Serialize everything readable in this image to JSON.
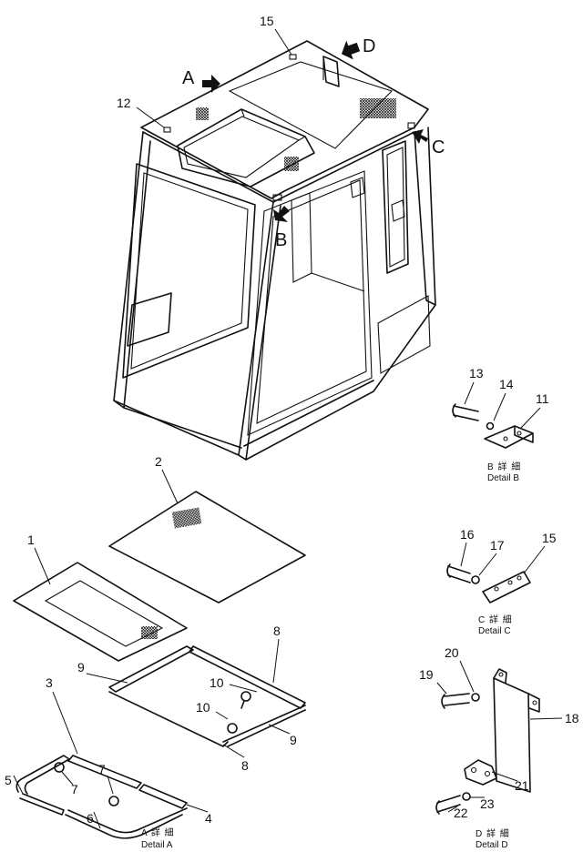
{
  "callouts": {
    "n1": "1",
    "n2": "2",
    "n3": "3",
    "n4": "4",
    "n5": "5",
    "n6": "6",
    "n7a": "7",
    "n7b": "7",
    "n8a": "8",
    "n8b": "8",
    "n9a": "9",
    "n9b": "9",
    "n10a": "10",
    "n10b": "10",
    "n11": "11",
    "n12": "12",
    "n13": "13",
    "n14": "14",
    "n15a": "15",
    "n15b": "15",
    "n16": "16",
    "n17": "17",
    "n18": "18",
    "n19": "19",
    "n20": "20",
    "n21": "21",
    "n22": "22",
    "n23": "23"
  },
  "view_letters": {
    "a": "A",
    "b": "B",
    "c": "C",
    "d": "D"
  },
  "details": {
    "a": {
      "jp": "A 詳 細",
      "en": "Detail A"
    },
    "b": {
      "jp": "B 詳 細",
      "en": "Detail B"
    },
    "c": {
      "jp": "C 詳 細",
      "en": "Detail C"
    },
    "d": {
      "jp": "D 詳 細",
      "en": "Detail D"
    }
  }
}
